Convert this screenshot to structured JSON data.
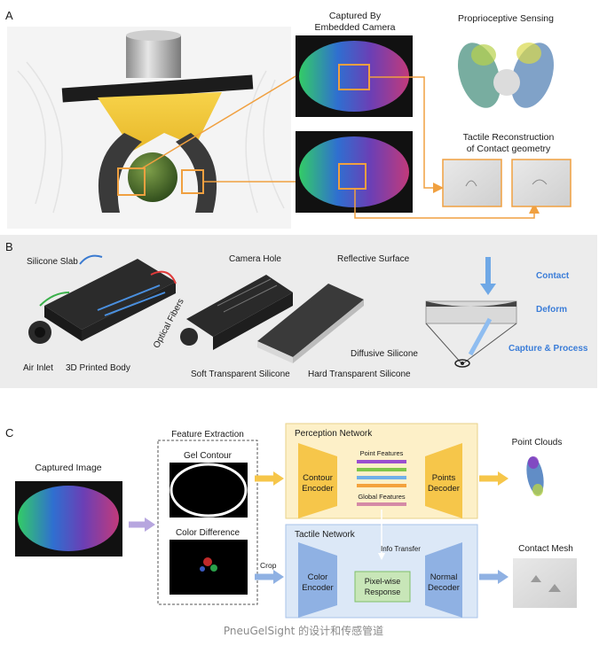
{
  "panelA": {
    "letter": "A",
    "cam_title": [
      "Captured By",
      "Embedded Camera"
    ],
    "proprio_title": "Proprioceptive Sensing",
    "tactile_title": [
      "Tactile Reconstruction",
      "of Contact geometry"
    ]
  },
  "panelB": {
    "letter": "B",
    "labels": {
      "silicone_slab": "Silicone Slab",
      "optical_fibers": "Optical Fibers",
      "air_inlet": "Air Inlet",
      "printed_body": "3D Printed Body",
      "camera_hole": "Camera Hole",
      "reflective_surface": "Reflective Surface",
      "diffusive_silicone": "Diffusive Silicone",
      "soft_transparent": "Soft Transparent Silicone",
      "hard_transparent": "Hard Transparent Silicone",
      "contact": "Contact",
      "deform": "Deform",
      "capture": "Capture & Process"
    }
  },
  "panelC": {
    "letter": "C",
    "captured_image": "Captured Image",
    "feature_extraction": "Feature Extraction",
    "gel_contour": "Gel Contour",
    "color_difference": "Color Difference",
    "crop": "Crop",
    "perception_network": "Perception Network",
    "contour_encoder": [
      "Contour",
      "Encoder"
    ],
    "point_features": "Point Features",
    "global_features": "Global Features",
    "points_decoder": [
      "Points",
      "Decoder"
    ],
    "point_clouds": "Point Clouds",
    "tactile_network": "Tactile Network",
    "info_transfer": "Info Transfer",
    "color_encoder": [
      "Color",
      "Encoder"
    ],
    "pixelwise": [
      "Pixel-wise",
      "Response"
    ],
    "normal_decoder": [
      "Normal",
      "Decoder"
    ],
    "contact_mesh": "Contact Mesh"
  },
  "caption": "PneuGelSight 的设计和传感管道",
  "colors": {
    "orange_arrow": "#f0a040",
    "perception_bg": "#fdf0c8",
    "tactile_bg": "#dce8f7",
    "encoder_yellow": "#f6c64a",
    "encoder_blue": "#8fb1e3",
    "accent_blue": "#3b7dd8",
    "panelB_bg": "#ececec"
  },
  "feature_bar_colors": [
    "#9b4fd0",
    "#7fc64a",
    "#6fb0e8",
    "#f4a23c"
  ],
  "global_bar_color": "#d58aa6"
}
